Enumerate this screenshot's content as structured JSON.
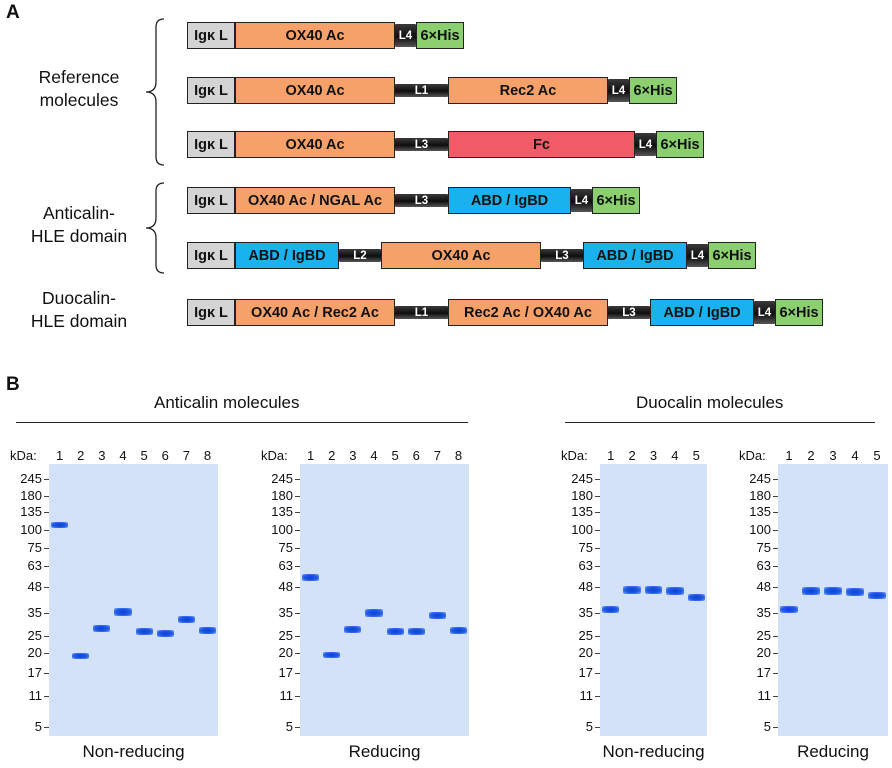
{
  "panelA": {
    "letter": "A",
    "categories": [
      {
        "label": "Reference\nmolecules"
      },
      {
        "label": "Anticalin-\nHLE domain"
      },
      {
        "label": "Duocalin-\nHLE domain"
      }
    ],
    "rows": [
      [
        [
          "igk",
          "Igκ L"
        ],
        [
          "ox",
          "OX40 Ac"
        ],
        [
          "link",
          "L4"
        ],
        [
          "his",
          "6×His"
        ]
      ],
      [
        [
          "igk",
          "Igκ L"
        ],
        [
          "ox",
          "OX40 Ac"
        ],
        [
          "link",
          "L1"
        ],
        [
          "ox",
          "Rec2 Ac"
        ],
        [
          "link",
          "L4"
        ],
        [
          "his",
          "6×His"
        ]
      ],
      [
        [
          "igk",
          "Igκ L"
        ],
        [
          "ox",
          "OX40 Ac"
        ],
        [
          "link",
          "L3"
        ],
        [
          "fc",
          "Fc"
        ],
        [
          "link",
          "L4"
        ],
        [
          "his",
          "6×His"
        ]
      ],
      [
        [
          "igk",
          "Igκ L"
        ],
        [
          "ox",
          "OX40 Ac / NGAL Ac"
        ],
        [
          "link",
          "L3"
        ],
        [
          "abd",
          "ABD / IgBD"
        ],
        [
          "link",
          "L4"
        ],
        [
          "his",
          "6×His"
        ]
      ],
      [
        [
          "igk",
          "Igκ L"
        ],
        [
          "abd",
          "ABD / IgBD"
        ],
        [
          "link",
          "L2"
        ],
        [
          "ox",
          "OX40 Ac"
        ],
        [
          "link",
          "L3"
        ],
        [
          "abd",
          "ABD / IgBD"
        ],
        [
          "link",
          "L4"
        ],
        [
          "his",
          "6×His"
        ]
      ],
      [
        [
          "igk",
          "Igκ L"
        ],
        [
          "ox",
          "OX40 Ac / Rec2 Ac"
        ],
        [
          "link",
          "L1"
        ],
        [
          "ox",
          "Rec2 Ac / OX40 Ac"
        ],
        [
          "link",
          "L3"
        ],
        [
          "abd",
          "ABD / IgBD"
        ],
        [
          "link",
          "L4"
        ],
        [
          "his",
          "6×His"
        ]
      ]
    ]
  },
  "panelB": {
    "letter": "B",
    "group_titles": [
      "Anticalin molecules",
      "Duocalin molecules"
    ],
    "kda_label": "kDa:",
    "mw_markers": [
      "245",
      "180",
      "135",
      "100",
      "75",
      "63",
      "48",
      "35",
      "25",
      "20",
      "17",
      "11",
      "5"
    ],
    "gels": [
      {
        "title_group": 0,
        "condition": "Non-reducing",
        "lanes": [
          "1",
          "2",
          "3",
          "4",
          "5",
          "6",
          "7",
          "8"
        ]
      },
      {
        "title_group": 0,
        "condition": "Reducing",
        "lanes": [
          "1",
          "2",
          "3",
          "4",
          "5",
          "6",
          "7",
          "8"
        ]
      },
      {
        "title_group": 1,
        "condition": "Non-reducing",
        "lanes": [
          "1",
          "2",
          "3",
          "4",
          "5"
        ]
      },
      {
        "title_group": 1,
        "condition": "Reducing",
        "lanes": [
          "1",
          "2",
          "3",
          "4",
          "5"
        ]
      }
    ]
  }
}
